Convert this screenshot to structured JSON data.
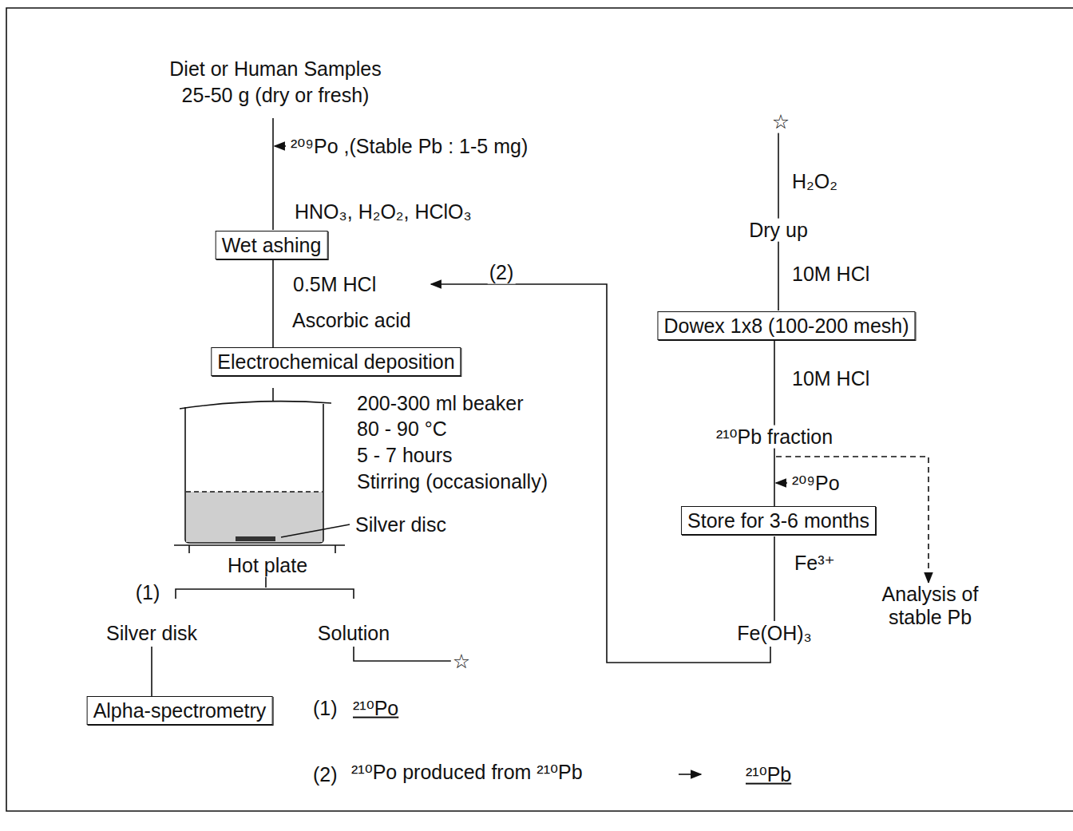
{
  "diagram": {
    "nodes": [
      {
        "text": [
          "Wet ashing"
        ]
      },
      {
        "text": [
          "Dowex 1x8 (100-200 mesh)"
        ]
      },
      {
        "text": [
          "Electrochemical deposition"
        ]
      },
      {
        "text": [
          "Store for 3-6 months"
        ]
      },
      {
        "text": [
          "Alpha-spectrometry"
        ]
      }
    ],
    "edges": [
      {
        "from": 0,
        "to": 2,
        "arrow": "none"
      },
      {
        "from": 1,
        "to": 3,
        "arrow": "none"
      }
    ],
    "labels": [
      "Diet or Human Samples",
      "25-50 g (dry or fresh)",
      "☆",
      "²⁰⁹Po ,(Stable Pb : 1-5 mg)",
      "H₂O₂",
      "HNO₃, H₂O₂, HClO₃",
      "Dry up",
      "(2)",
      "0.5M HCl",
      "10M HCl",
      "Ascorbic acid",
      "10M HCl",
      "200-300 ml beaker",
      "80 - 90 °C",
      "5 - 7 hours",
      "Stirring (occasionally)",
      "²¹⁰Pb fraction",
      "²⁰⁹Po",
      "Silver disc",
      "Hot plate",
      "Fe³⁺",
      "(1)",
      "Analysis of stable Pb",
      "Silver disk",
      "Solution",
      "Fe(OH)₃",
      "☆",
      "(1)",
      "²¹⁰Po",
      "(2)",
      "²¹⁰Po produced from ²¹⁰Pb",
      "²¹⁰Pb"
    ]
  }
}
